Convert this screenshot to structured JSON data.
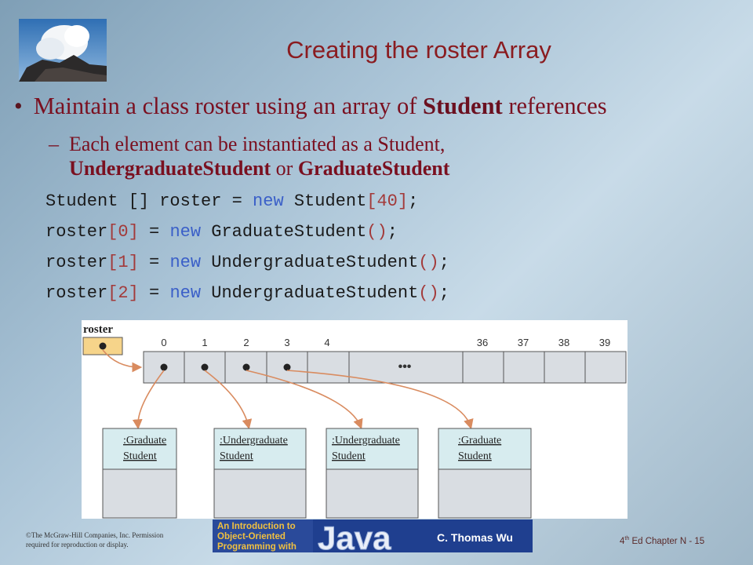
{
  "slide": {
    "title": "Creating the roster Array",
    "bullet_main": {
      "part1": "Maintain a class roster using an array of ",
      "bold": "Student",
      "part2": " references"
    },
    "bullet_sub": {
      "dash": "–",
      "line1": "Each element can be instantiated as a Student,",
      "bold1": "UndergraduateStudent",
      "mid": " or ",
      "bold2": "GraduateStudent"
    },
    "code": [
      {
        "a": "Student [] roster = ",
        "kw": "new",
        "b": " Student",
        "br": "[40]",
        "c": ";"
      },
      {
        "a": "roster",
        "br0": "[0]",
        "a2": " = ",
        "kw": "new",
        "b": " GraduateStudent",
        "br": "()",
        "c": ";"
      },
      {
        "a": "roster",
        "br0": "[1]",
        "a2": " = ",
        "kw": "new",
        "b": " UndergraduateStudent",
        "br": "()",
        "c": ";"
      },
      {
        "a": "roster",
        "br0": "[2]",
        "a2": " = ",
        "kw": "new",
        "b": " UndergraduateStudent",
        "br": "()",
        "c": ";"
      }
    ]
  },
  "diagram": {
    "variable_label": "roster",
    "indices": [
      "0",
      "1",
      "2",
      "3",
      "4",
      "36",
      "37",
      "38",
      "39"
    ],
    "ellipsis": "•••",
    "objects": [
      {
        "line1": ":Graduate",
        "line2": "Student"
      },
      {
        "line1": ":Undergraduate",
        "line2": "Student"
      },
      {
        "line1": ":Undergraduate",
        "line2": "Student"
      },
      {
        "line1": ":Graduate",
        "line2": "Student"
      }
    ]
  },
  "footer": {
    "copyright_line1": "©The McGraw-Hill Companies, Inc. Permission",
    "copyright_line2": "required for reproduction or display.",
    "page_prefix": "4",
    "page_sup": "th",
    "page_suffix": " Ed Chapter N - 15",
    "banner": {
      "line1": "An Introduction to",
      "line2": "Object-Oriented",
      "line3": "Programming with",
      "brand": "Java",
      "author": "C. Thomas Wu"
    }
  }
}
